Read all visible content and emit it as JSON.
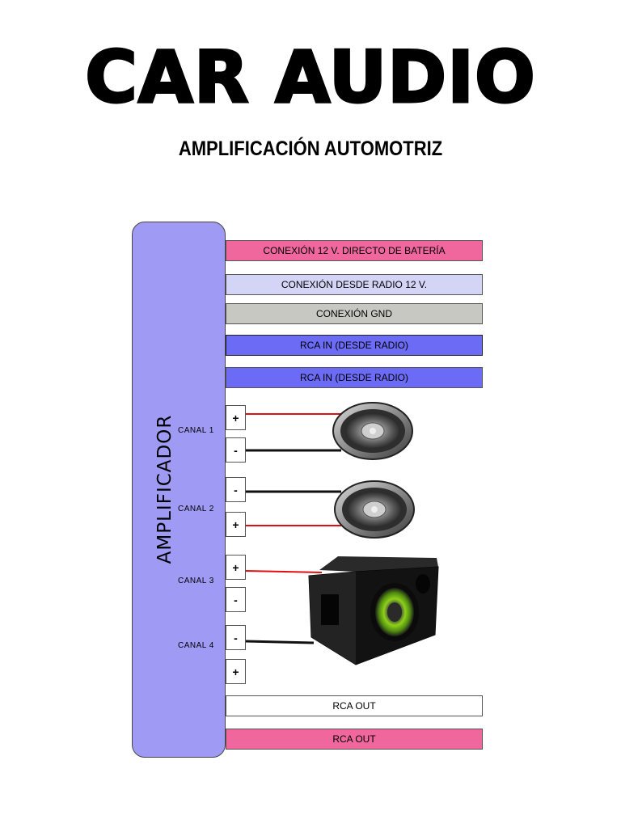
{
  "title": "CAR  AUDIO",
  "subtitle": "AMPLIFICACIÓN AUTOMOTRIZ",
  "amplifier": {
    "label": "AMPLIFICADOR"
  },
  "colors": {
    "amplifier": "#9f9bf5",
    "bar_12v_battery": "#f0679e",
    "bar_radio_12v": "#d4d4f7",
    "bar_gnd": "#c8c8c3",
    "bar_rca_in": "#6b6bf5",
    "bar_rca_out_1": "#ffffff",
    "bar_rca_out_2": "#f0679e",
    "wire_positive": "#e01010",
    "wire_negative": "#111111",
    "subwoofer_cone": "#8fd11a"
  },
  "connections": [
    {
      "label": "CONEXIÓN  12 V. DIRECTO DE BATERÍA"
    },
    {
      "label": "CONEXIÓN  DESDE RADIO 12 V."
    },
    {
      "label": "CONEXIÓN  GND"
    },
    {
      "label": "RCA  IN (DESDE RADIO)"
    },
    {
      "label": "RCA IN (DESDE RADIO)"
    }
  ],
  "outputs": [
    {
      "label": "RCA  OUT"
    },
    {
      "label": "RCA OUT"
    }
  ],
  "channels": [
    {
      "label": "CANAL 1",
      "terminals": [
        "+",
        "-"
      ]
    },
    {
      "label": "CANAL 2",
      "terminals": [
        "-",
        "+"
      ]
    },
    {
      "label": "CANAL 3",
      "terminals": [
        "+",
        "-"
      ]
    },
    {
      "label": "CANAL 4",
      "terminals": [
        "-",
        "+"
      ]
    }
  ]
}
